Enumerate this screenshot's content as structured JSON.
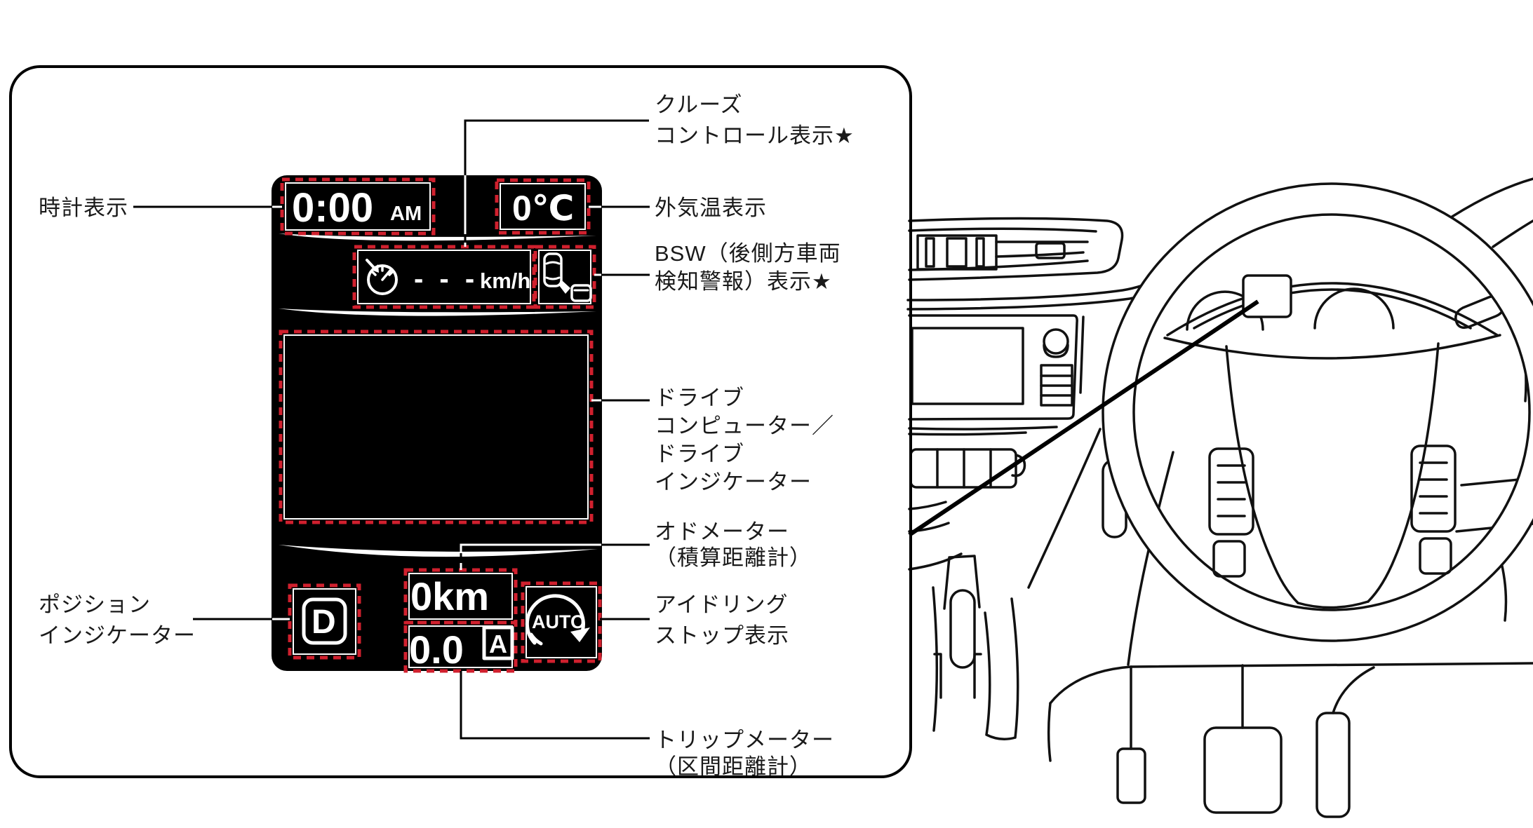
{
  "figure": {
    "type": "owner-manual-instrument-display-diagram",
    "labels": {
      "clock": "時計表示",
      "cruise_line1": "クルーズ",
      "cruise_line2": "コントロール表示★",
      "outside_temp": "外気温表示",
      "bsw_line1": "BSW（後側方車両",
      "bsw_line2": "検知警報）表示★",
      "drive_line1": "ドライブ",
      "drive_line2": "コンピューター／",
      "drive_line3": "ドライブ",
      "drive_line4": "インジケーター",
      "odometer_line1": "オドメーター",
      "odometer_line2": "（積算距離計）",
      "position_line1": "ポジション",
      "position_line2": "インジケーター",
      "idling_line1": "アイドリング",
      "idling_line2": "ストップ表示",
      "trip_line1": "トリップメーター",
      "trip_line2": "（区間距離計）"
    },
    "display": {
      "time": "0:00",
      "time_period": "AM",
      "outside_temp": "0℃",
      "cruise_speed": "- - -",
      "cruise_unit": "km/h",
      "gear_position": "D",
      "odometer": "0km",
      "trip": "0.0",
      "trip_mode": "A",
      "idling_stop": "AUTO"
    },
    "colors": {
      "highlight_red": "#d0202e",
      "display_bg": "#000000",
      "line_black": "#111111"
    }
  }
}
